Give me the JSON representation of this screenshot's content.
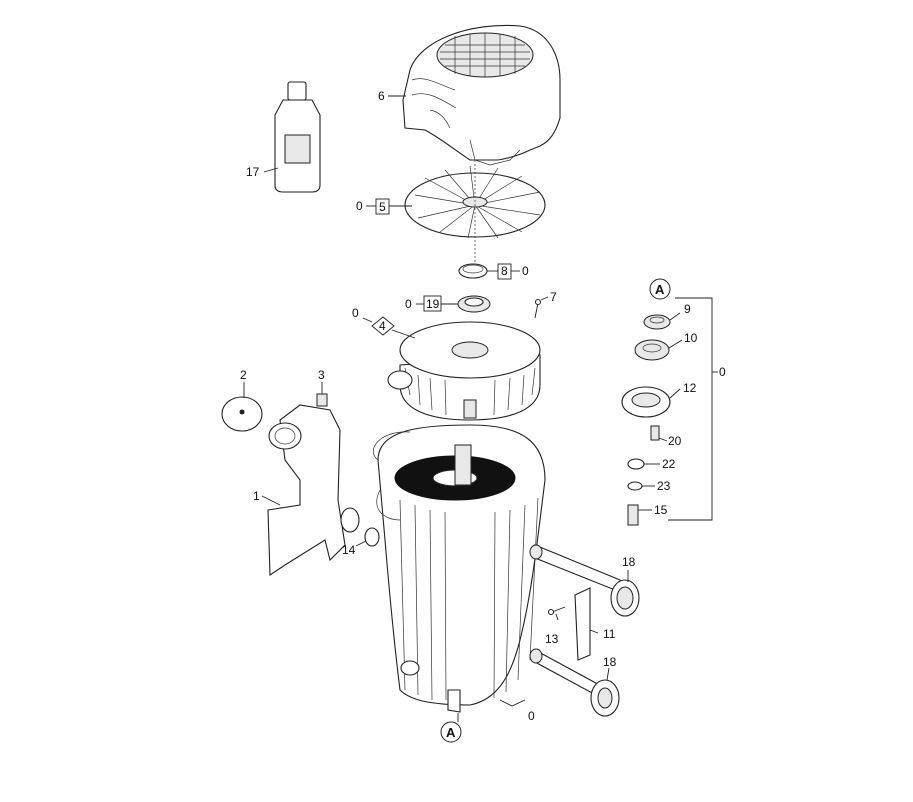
{
  "callouts": {
    "c0_top": "0",
    "c5": "5",
    "c6": "6",
    "c17": "17",
    "c8": "8",
    "c0_8": "0",
    "c0_19": "0",
    "c19": "19",
    "c7": "7",
    "c0_4": "0",
    "c4": "4",
    "c2": "2",
    "c3": "3",
    "c1": "1",
    "c14": "14",
    "c9": "9",
    "c10": "10",
    "c12": "12",
    "c20": "20",
    "c22": "22",
    "c23": "23",
    "c15": "15",
    "c0_right": "0",
    "c18_top": "18",
    "c13": "13",
    "c11": "11",
    "c18_bottom": "18",
    "c0_bottom": "0"
  },
  "markers": {
    "a_top": "A",
    "a_bottom": "A"
  }
}
